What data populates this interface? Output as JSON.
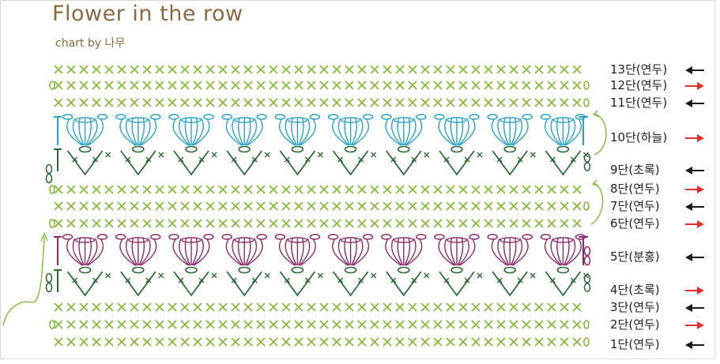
{
  "title": "Flower in the row",
  "subtitle": "chart by 나무",
  "colors": {
    "green_light": "#86b93c",
    "green_dark": "#2f6b3a",
    "blue": "#2aa3c8",
    "purple": "#8e2a6b",
    "arrow_red": "#e0312c",
    "arrow_black": "#1a1a1a",
    "title": "#8a6a3f"
  },
  "rows": [
    {
      "label": "13단(연두)",
      "arrow": "left",
      "arrow_color": "black"
    },
    {
      "label": "12단(연두)",
      "arrow": "right",
      "arrow_color": "red"
    },
    {
      "label": "11단(연두)",
      "arrow": "left",
      "arrow_color": "black"
    },
    {
      "label": "10단(하늘)",
      "arrow": "right",
      "arrow_color": "red"
    },
    {
      "label": "9단(초록)",
      "arrow": "left",
      "arrow_color": "black"
    },
    {
      "label": "8단(연두)",
      "arrow": "right",
      "arrow_color": "red"
    },
    {
      "label": "7단(연두)",
      "arrow": "left",
      "arrow_color": "black"
    },
    {
      "label": "6단(연두)",
      "arrow": "right",
      "arrow_color": "red"
    },
    {
      "label": "5단(분홍)",
      "arrow": "left",
      "arrow_color": "black"
    },
    {
      "label": "4단(초록)",
      "arrow": "right",
      "arrow_color": "red"
    },
    {
      "label": "3단(연두)",
      "arrow": "left",
      "arrow_color": "black"
    },
    {
      "label": "2단(연두)",
      "arrow": "right",
      "arrow_color": "red"
    },
    {
      "label": "1단(연두)",
      "arrow": "left",
      "arrow_color": "black"
    }
  ]
}
